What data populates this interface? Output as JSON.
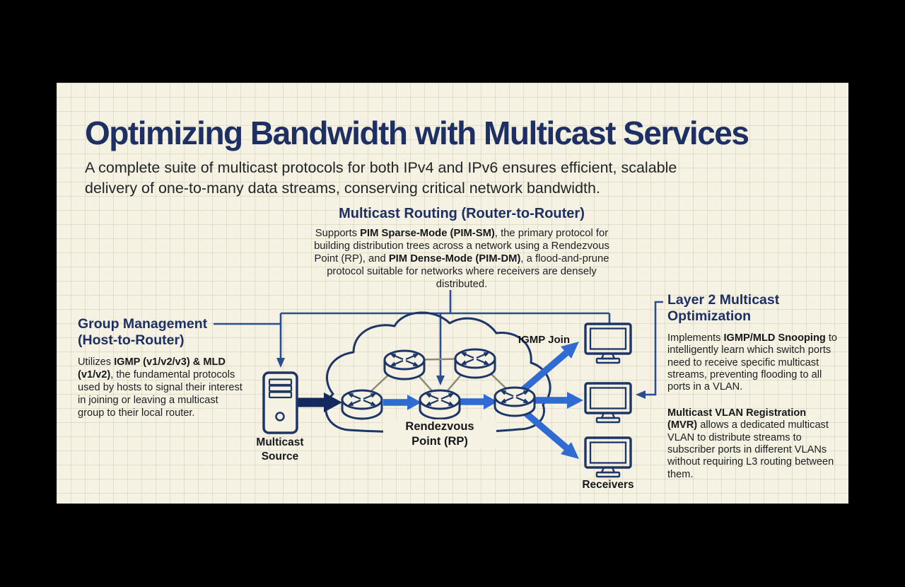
{
  "title": "Optimizing Bandwidth with Multicast Services",
  "subtitle_lines": [
    "A complete suite of multicast protocols for both IPv4 and IPv6 ensures efficient, scalable",
    "delivery of one-to-many data streams, conserving critical network bandwidth."
  ],
  "sections": {
    "routing": {
      "heading": "Multicast Routing (Router-to-Router)",
      "body": [
        {
          "t": "Supports ",
          "b": false
        },
        {
          "t": "PIM Sparse-Mode (PIM-SM)",
          "b": true
        },
        {
          "t": ", the primary protocol for building distribution trees across a network using a Rendezvous Point (RP), and ",
          "b": false
        },
        {
          "t": "PIM Dense-Mode (PIM-DM)",
          "b": true
        },
        {
          "t": ", a flood-and-prune protocol suitable for networks where receivers are densely distributed.",
          "b": false
        }
      ]
    },
    "group_management": {
      "heading_lines": [
        "Group Management",
        "(Host-to-Router)"
      ],
      "body": [
        {
          "t": "Utilizes ",
          "b": false
        },
        {
          "t": "IGMP (v1/v2/v3) & MLD (v1/v2)",
          "b": true
        },
        {
          "t": ", the fundamental protocols used by hosts to signal their interest in joining or leaving a multicast group to their local router.",
          "b": false
        }
      ]
    },
    "layer2": {
      "heading_lines": [
        "Layer 2 Multicast",
        "Optimization"
      ],
      "body1": [
        {
          "t": "Implements ",
          "b": false
        },
        {
          "t": "IGMP/MLD Snooping",
          "b": true
        },
        {
          "t": " to intelligently learn which switch ports need to receive specific multicast streams, preventing flooding to all ports in a VLAN.",
          "b": false
        }
      ],
      "body2": [
        {
          "t": "Multicast VLAN Registration (MVR)",
          "b": true
        },
        {
          "t": " allows a dedicated multicast VLAN to distribute streams to subscriber ports in different VLANs without requiring L3 routing between them.",
          "b": false
        }
      ]
    }
  },
  "diagram": {
    "labels": {
      "igmp_join": "IGMP Join",
      "source_lines": [
        "Multicast",
        "Source"
      ],
      "rp_lines": [
        "Rendezvous",
        "Point (RP)"
      ],
      "receivers": "Receivers"
    }
  },
  "colors": {
    "canvas_bg": "#f5f2e3",
    "navy_text": "#1e2f63",
    "connector": "#2b4d91",
    "arrow_blue": "#2f6bd2",
    "arrow_dark": "#14295e",
    "outline_navy": "#1c3667",
    "mesh_line": "#8d8a78"
  }
}
